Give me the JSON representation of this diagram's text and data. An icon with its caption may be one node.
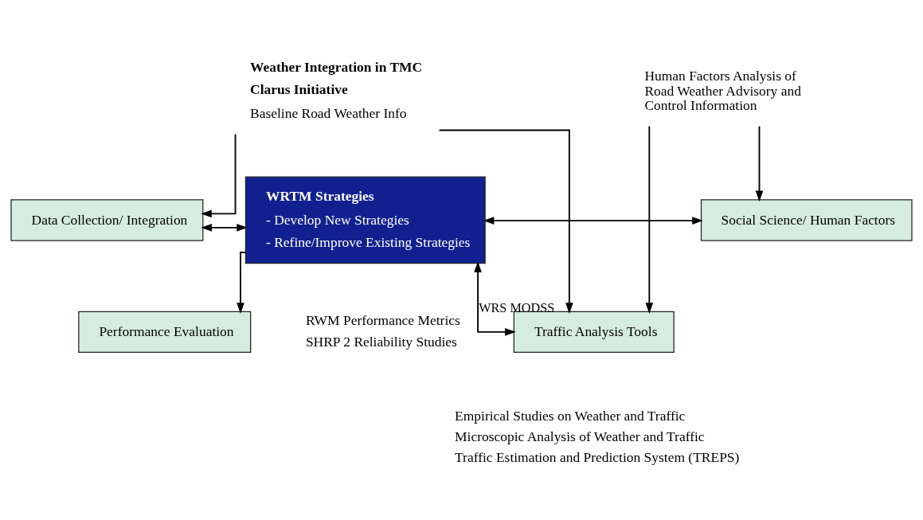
{
  "diagram": {
    "nodes": [
      {
        "text": [
          "Performance Evaluation"
        ],
        "beside": [
          "RWM Performance Metrics",
          "SHRP 2 Reliability Studies"
        ]
      },
      {
        "text": [
          "WRTM Strategies",
          "- Develop New Strategies",
          "- Refine/Improve Existing Strategies"
        ]
      },
      {
        "text": [
          "Data Collection/ Integration"
        ]
      },
      {
        "text": [
          "Social Science/ Human Factors"
        ]
      },
      {
        "text": [
          "Traffic Analysis Tools"
        ],
        "beside": [
          "Empirical Studies on Weather and Traffic",
          "Microscopic Analysis of Weather and Traffic",
          "Traffic Estimation and Prediction System (TREPS)"
        ]
      },
      {
        "text": [
          "Weather Integration in TMC",
          "Clarus Initiative",
          "Baseline Road Weather Info"
        ]
      },
      {
        "text": [
          "Human Factors Analysis of Road Weather Advisory and Control Information"
        ]
      }
    ],
    "edges": [
      {
        "from": 1,
        "to": 0,
        "arrow": "to"
      },
      {
        "from": 2,
        "to": 1,
        "arrow": "both"
      },
      {
        "from": 1,
        "to": 3,
        "arrow": "both"
      },
      {
        "from": 1,
        "to": 4,
        "arrow": "both",
        "label": "WRS MODSS"
      },
      {
        "from": 5,
        "to": 2,
        "arrow": "to"
      },
      {
        "from": 5,
        "to": 4,
        "arrow": "to"
      },
      {
        "from": 6,
        "to": 3,
        "arrow": "to"
      },
      {
        "from": 6,
        "to": 4,
        "arrow": "to"
      }
    ]
  }
}
